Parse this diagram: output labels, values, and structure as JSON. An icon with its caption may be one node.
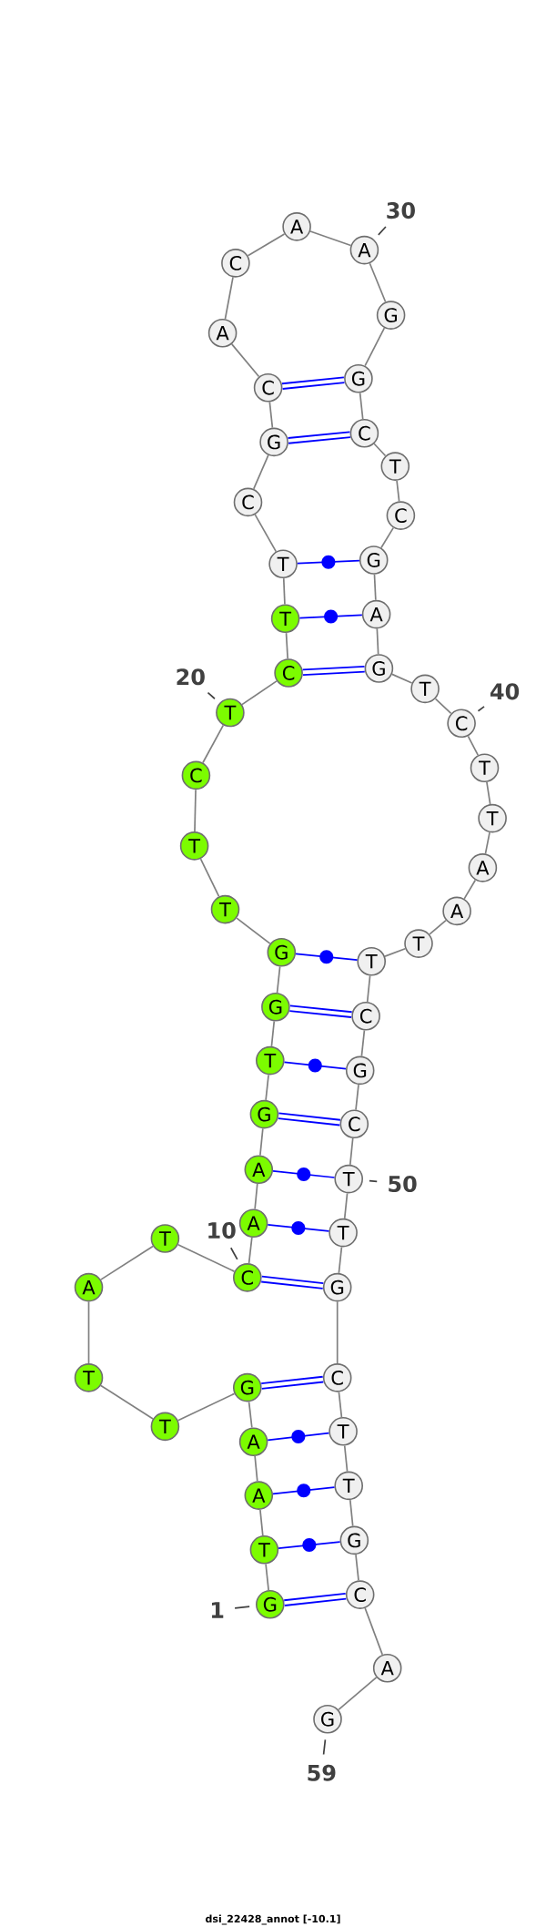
{
  "diagram": {
    "caption": "dsi_22428_annot [-10.1]",
    "nodes": [
      {
        "text": [
          "G"
        ]
      },
      {
        "text": [
          "T"
        ]
      },
      {
        "text": [
          "A"
        ]
      },
      {
        "text": [
          "A"
        ]
      },
      {
        "text": [
          "G"
        ]
      },
      {
        "text": [
          "T"
        ]
      },
      {
        "text": [
          "T"
        ]
      },
      {
        "text": [
          "A"
        ]
      },
      {
        "text": [
          "T"
        ]
      },
      {
        "text": [
          "C"
        ]
      },
      {
        "text": [
          "A"
        ]
      },
      {
        "text": [
          "A"
        ]
      },
      {
        "text": [
          "G"
        ]
      },
      {
        "text": [
          "T"
        ]
      },
      {
        "text": [
          "G"
        ]
      },
      {
        "text": [
          "G"
        ]
      },
      {
        "text": [
          "T"
        ]
      },
      {
        "text": [
          "T"
        ]
      },
      {
        "text": [
          "C"
        ]
      },
      {
        "text": [
          "T"
        ]
      },
      {
        "text": [
          "C"
        ]
      },
      {
        "text": [
          "T"
        ]
      },
      {
        "text": [
          "T"
        ]
      },
      {
        "text": [
          "C"
        ]
      },
      {
        "text": [
          "G"
        ]
      },
      {
        "text": [
          "C"
        ]
      },
      {
        "text": [
          "A"
        ]
      },
      {
        "text": [
          "C"
        ]
      },
      {
        "text": [
          "A"
        ]
      },
      {
        "text": [
          "A"
        ]
      },
      {
        "text": [
          "G"
        ]
      },
      {
        "text": [
          "G"
        ]
      },
      {
        "text": [
          "C"
        ]
      },
      {
        "text": [
          "T"
        ]
      },
      {
        "text": [
          "C"
        ]
      },
      {
        "text": [
          "G"
        ]
      },
      {
        "text": [
          "A"
        ]
      },
      {
        "text": [
          "G"
        ]
      },
      {
        "text": [
          "T"
        ]
      },
      {
        "text": [
          "C"
        ]
      },
      {
        "text": [
          "T"
        ]
      },
      {
        "text": [
          "T"
        ]
      },
      {
        "text": [
          "A"
        ]
      },
      {
        "text": [
          "A"
        ]
      },
      {
        "text": [
          "T"
        ]
      },
      {
        "text": [
          "T"
        ]
      },
      {
        "text": [
          "C"
        ]
      },
      {
        "text": [
          "G"
        ]
      },
      {
        "text": [
          "C"
        ]
      },
      {
        "text": [
          "T"
        ]
      },
      {
        "text": [
          "T"
        ]
      },
      {
        "text": [
          "G"
        ]
      },
      {
        "text": [
          "C"
        ]
      },
      {
        "text": [
          "T"
        ]
      },
      {
        "text": [
          "T"
        ]
      },
      {
        "text": [
          "G"
        ]
      },
      {
        "text": [
          "C"
        ]
      },
      {
        "text": [
          "A"
        ]
      },
      {
        "text": [
          "G"
        ]
      },
      {
        "text": [
          "1"
        ]
      },
      {
        "text": [
          "10"
        ]
      },
      {
        "text": [
          "20"
        ]
      },
      {
        "text": [
          "30"
        ]
      },
      {
        "text": [
          "40"
        ]
      },
      {
        "text": [
          "50"
        ]
      },
      {
        "text": [
          "59"
        ]
      }
    ],
    "edges": [
      {
        "from": 0,
        "to": 1,
        "arrow": "none"
      },
      {
        "from": 1,
        "to": 2,
        "arrow": "none"
      },
      {
        "from": 2,
        "to": 3,
        "arrow": "none"
      },
      {
        "from": 3,
        "to": 4,
        "arrow": "none"
      },
      {
        "from": 4,
        "to": 5,
        "arrow": "none"
      },
      {
        "from": 5,
        "to": 6,
        "arrow": "none"
      },
      {
        "from": 6,
        "to": 7,
        "arrow": "none"
      },
      {
        "from": 7,
        "to": 8,
        "arrow": "none"
      },
      {
        "from": 8,
        "to": 9,
        "arrow": "none"
      },
      {
        "from": 9,
        "to": 10,
        "arrow": "none"
      },
      {
        "from": 10,
        "to": 11,
        "arrow": "none"
      },
      {
        "from": 11,
        "to": 12,
        "arrow": "none"
      },
      {
        "from": 12,
        "to": 13,
        "arrow": "none"
      },
      {
        "from": 13,
        "to": 14,
        "arrow": "none"
      },
      {
        "from": 14,
        "to": 15,
        "arrow": "none"
      },
      {
        "from": 15,
        "to": 16,
        "arrow": "none"
      },
      {
        "from": 16,
        "to": 17,
        "arrow": "none"
      },
      {
        "from": 17,
        "to": 18,
        "arrow": "none"
      },
      {
        "from": 18,
        "to": 19,
        "arrow": "none"
      },
      {
        "from": 19,
        "to": 20,
        "arrow": "none"
      },
      {
        "from": 20,
        "to": 21,
        "arrow": "none"
      },
      {
        "from": 21,
        "to": 22,
        "arrow": "none"
      },
      {
        "from": 22,
        "to": 23,
        "arrow": "none"
      },
      {
        "from": 23,
        "to": 24,
        "arrow": "none"
      },
      {
        "from": 24,
        "to": 25,
        "arrow": "none"
      },
      {
        "from": 25,
        "to": 26,
        "arrow": "none"
      },
      {
        "from": 26,
        "to": 27,
        "arrow": "none"
      },
      {
        "from": 27,
        "to": 28,
        "arrow": "none"
      },
      {
        "from": 28,
        "to": 29,
        "arrow": "none"
      },
      {
        "from": 29,
        "to": 30,
        "arrow": "none"
      },
      {
        "from": 30,
        "to": 31,
        "arrow": "none"
      },
      {
        "from": 31,
        "to": 32,
        "arrow": "none"
      },
      {
        "from": 32,
        "to": 33,
        "arrow": "none"
      },
      {
        "from": 33,
        "to": 34,
        "arrow": "none"
      },
      {
        "from": 34,
        "to": 35,
        "arrow": "none"
      },
      {
        "from": 35,
        "to": 36,
        "arrow": "none"
      },
      {
        "from": 36,
        "to": 37,
        "arrow": "none"
      },
      {
        "from": 37,
        "to": 38,
        "arrow": "none"
      },
      {
        "from": 38,
        "to": 39,
        "arrow": "none"
      },
      {
        "from": 39,
        "to": 40,
        "arrow": "none"
      },
      {
        "from": 40,
        "to": 41,
        "arrow": "none"
      },
      {
        "from": 41,
        "to": 42,
        "arrow": "none"
      },
      {
        "from": 42,
        "to": 43,
        "arrow": "none"
      },
      {
        "from": 43,
        "to": 44,
        "arrow": "none"
      },
      {
        "from": 44,
        "to": 45,
        "arrow": "none"
      },
      {
        "from": 45,
        "to": 46,
        "arrow": "none"
      },
      {
        "from": 46,
        "to": 47,
        "arrow": "none"
      },
      {
        "from": 47,
        "to": 48,
        "arrow": "none"
      },
      {
        "from": 48,
        "to": 49,
        "arrow": "none"
      },
      {
        "from": 49,
        "to": 50,
        "arrow": "none"
      },
      {
        "from": 50,
        "to": 51,
        "arrow": "none"
      },
      {
        "from": 51,
        "to": 52,
        "arrow": "none"
      },
      {
        "from": 52,
        "to": 53,
        "arrow": "none"
      },
      {
        "from": 53,
        "to": 54,
        "arrow": "none"
      },
      {
        "from": 54,
        "to": 55,
        "arrow": "none"
      },
      {
        "from": 55,
        "to": 56,
        "arrow": "none"
      },
      {
        "from": 56,
        "to": 57,
        "arrow": "none"
      },
      {
        "from": 57,
        "to": 58,
        "arrow": "none"
      },
      {
        "from": 0,
        "to": 56,
        "arrow": "none",
        "style": "thick",
        "color": "#0000ff"
      },
      {
        "from": 1,
        "to": 55,
        "arrow": "none",
        "color": "#0000ff"
      },
      {
        "from": 2,
        "to": 54,
        "arrow": "none",
        "color": "#0000ff"
      },
      {
        "from": 3,
        "to": 53,
        "arrow": "none",
        "color": "#0000ff"
      },
      {
        "from": 4,
        "to": 52,
        "arrow": "none",
        "style": "thick",
        "color": "#0000ff"
      },
      {
        "from": 9,
        "to": 51,
        "arrow": "none",
        "style": "thick",
        "color": "#0000ff"
      },
      {
        "from": 10,
        "to": 50,
        "arrow": "none",
        "color": "#0000ff"
      },
      {
        "from": 11,
        "to": 49,
        "arrow": "none",
        "color": "#0000ff"
      },
      {
        "from": 12,
        "to": 48,
        "arrow": "none",
        "style": "thick",
        "color": "#0000ff"
      },
      {
        "from": 13,
        "to": 47,
        "arrow": "none",
        "color": "#0000ff"
      },
      {
        "from": 14,
        "to": 46,
        "arrow": "none",
        "style": "thick",
        "color": "#0000ff"
      },
      {
        "from": 15,
        "to": 45,
        "arrow": "none",
        "color": "#0000ff"
      },
      {
        "from": 20,
        "to": 37,
        "arrow": "none",
        "style": "thick",
        "color": "#0000ff"
      },
      {
        "from": 21,
        "to": 36,
        "arrow": "none",
        "color": "#0000ff"
      },
      {
        "from": 22,
        "to": 35,
        "arrow": "none",
        "color": "#0000ff"
      },
      {
        "from": 24,
        "to": 32,
        "arrow": "none",
        "style": "thick",
        "color": "#0000ff"
      },
      {
        "from": 25,
        "to": 31,
        "arrow": "none",
        "style": "thick",
        "color": "#0000ff"
      },
      {
        "from": 59,
        "to": 0,
        "arrow": "none",
        "color": "#404040"
      },
      {
        "from": 60,
        "to": 9,
        "arrow": "none",
        "color": "#404040"
      },
      {
        "from": 61,
        "to": 19,
        "arrow": "none",
        "color": "#404040"
      },
      {
        "from": 62,
        "to": 29,
        "arrow": "none",
        "color": "#404040"
      },
      {
        "from": 63,
        "to": 39,
        "arrow": "none",
        "color": "#404040"
      },
      {
        "from": 64,
        "to": 49,
        "arrow": "none",
        "color": "#404040"
      },
      {
        "from": 65,
        "to": 58,
        "arrow": "none",
        "color": "#404040"
      }
    ]
  }
}
